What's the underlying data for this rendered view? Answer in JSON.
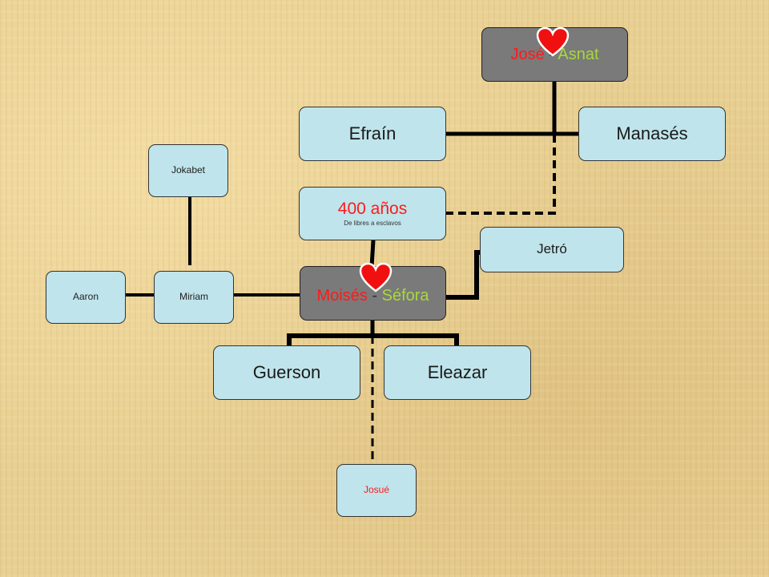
{
  "couples": {
    "jose_asnat": {
      "husband": "José",
      "separator": "-",
      "wife": "Asnat"
    },
    "moises_sefora": {
      "husband": "Moisés",
      "separator": "-",
      "wife": "Séfora"
    }
  },
  "people": {
    "efrain": "Efraín",
    "manases": "Manasés",
    "jokabet": "Jokabet",
    "jetro": "Jetró",
    "aaron": "Aaron",
    "miriam": "Miriam",
    "guerson": "Guerson",
    "eleazar": "Eleazar",
    "josue": "Josué"
  },
  "period": {
    "label": "400 años",
    "subtitle": "De libres a esclavos"
  },
  "icons": {
    "couple_marker": "heart-icon"
  },
  "colors": {
    "husband_text": "#ff1a1a",
    "wife_text": "#a8d83c",
    "couple_box": "#7a7a7a",
    "person_box": "#bfe4eb",
    "period_text": "#ff1a1a",
    "background": "#e8cf92"
  }
}
